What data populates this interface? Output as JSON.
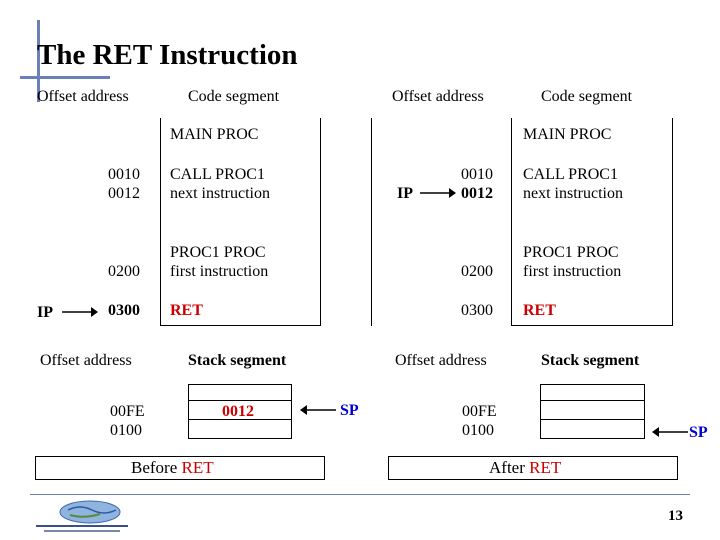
{
  "slide": {
    "title": "The RET Instruction",
    "page_number": "13"
  },
  "headers": {
    "offset_address": "Offset address",
    "code_segment": "Code segment",
    "stack_segment": "Stack segment"
  },
  "before": {
    "main_proc": "MAIN PROC",
    "addr_0010": "0010",
    "addr_0012": "0012",
    "call": "CALL PROC1",
    "next": "next instruction",
    "addr_0200": "0200",
    "proc1": "PROC1 PROC",
    "first": "first instruction",
    "ip_label": "IP",
    "addr_0300": "0300",
    "ret": "RET",
    "stack_addr_00fe": "00FE",
    "stack_addr_0100": "0100",
    "stack_value": "0012",
    "sp_label": "SP",
    "caption_prefix": "Before",
    "caption_ret": "RET"
  },
  "after": {
    "main_proc": "MAIN PROC",
    "ip_label": "IP",
    "addr_0010": "0010",
    "addr_0012": "0012",
    "call": "CALL PROC1",
    "next": "next instruction",
    "addr_0200": "0200",
    "proc1": "PROC1 PROC",
    "first": "first instruction",
    "addr_0300": "0300",
    "ret": "RET",
    "stack_addr_00fe": "00FE",
    "stack_addr_0100": "0100",
    "sp_label": "SP",
    "caption_prefix": "After",
    "caption_ret": "RET"
  },
  "colors": {
    "accent_blue": "#0000cc",
    "ret_red": "#cc0000",
    "deco_blue": "#6b7fb8"
  }
}
